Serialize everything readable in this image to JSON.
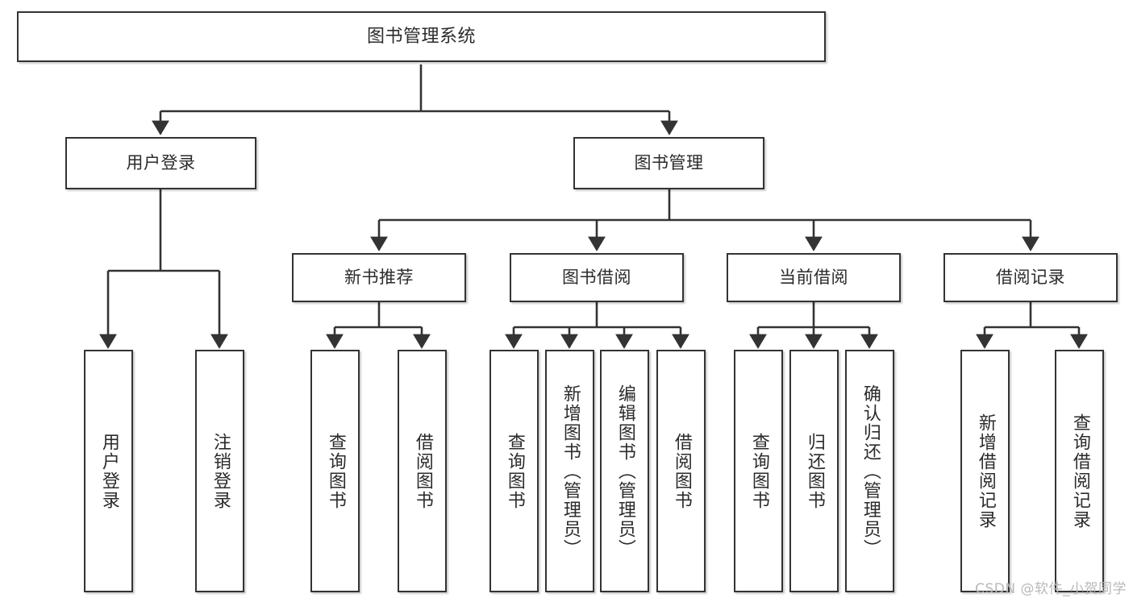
{
  "diagram": {
    "title": "图书管理系统",
    "type": "tree-hierarchy-chart",
    "watermark": "CSDN @软件_小贺同学",
    "colors": {
      "box_border": "#333333",
      "box_fill": "#ffffff",
      "connector": "#333333",
      "text": "#2b2b2b",
      "watermark": "#b9b9b9",
      "canvas": "#ffffff"
    },
    "root": {
      "label": "图书管理系统"
    },
    "level2": [
      {
        "label": "用户登录"
      },
      {
        "label": "图书管理"
      }
    ],
    "level3": [
      {
        "label": "新书推荐"
      },
      {
        "label": "图书借阅"
      },
      {
        "label": "当前借阅"
      },
      {
        "label": "借阅记录"
      }
    ],
    "leaves": {
      "user_login": [
        {
          "label": "用户登录"
        },
        {
          "label": "注销登录"
        }
      ],
      "new_book_recommend": [
        {
          "label": "查询图书"
        },
        {
          "label": "借阅图书"
        }
      ],
      "book_borrow": [
        {
          "label": "查询图书"
        },
        {
          "label": "新增图书（管理员）"
        },
        {
          "label": "编辑图书（管理员）"
        },
        {
          "label": "借阅图书"
        }
      ],
      "current_borrow": [
        {
          "label": "查询图书"
        },
        {
          "label": "归还图书"
        },
        {
          "label": "确认归还（管理员）"
        }
      ],
      "borrow_record": [
        {
          "label": "新增借阅记录"
        },
        {
          "label": "查询借阅记录"
        }
      ]
    }
  }
}
